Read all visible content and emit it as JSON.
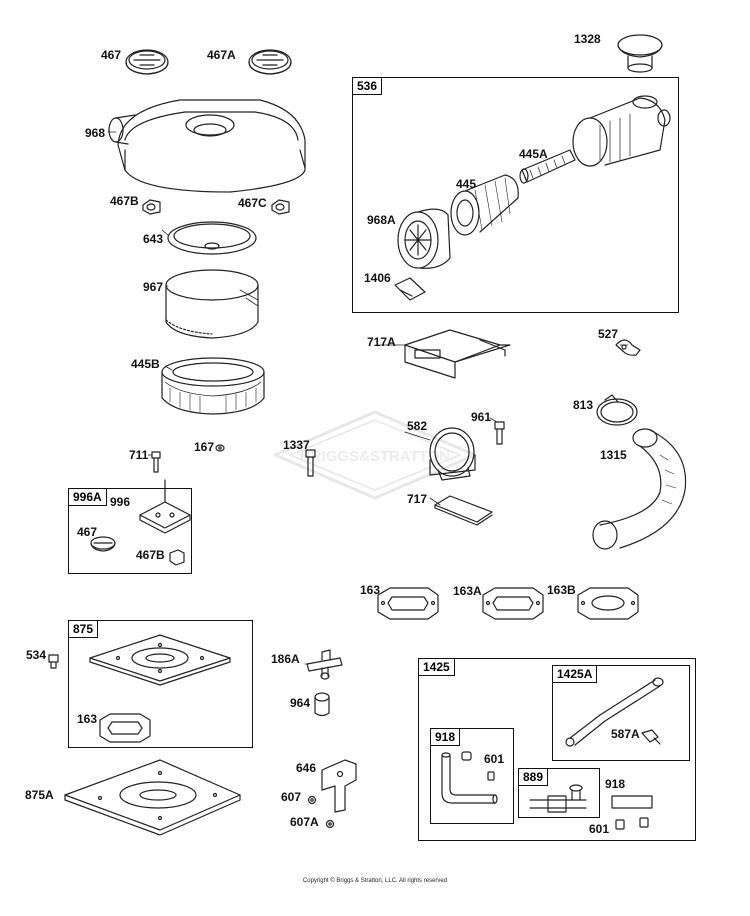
{
  "watermark": "BRIGGS&STRATTON",
  "copyright": "Copyright © Briggs & Stratton, LLC. All rights reserved",
  "callouts": {
    "p467": "467",
    "p467A": "467A",
    "p968": "968",
    "p467B": "467B",
    "p467C": "467C",
    "p643": "643",
    "p967": "967",
    "p445B": "445B",
    "p711": "711",
    "p167": "167",
    "p996": "996",
    "p467_kit": "467",
    "p467B_kit": "467B",
    "p534": "534",
    "p163_kit": "163",
    "p875A": "875A",
    "p1328": "1328",
    "p445A": "445A",
    "p445": "445",
    "p968A": "968A",
    "p1406": "1406",
    "p717A": "717A",
    "p527": "527",
    "p813": "813",
    "p1315": "1315",
    "p1337": "1337",
    "p582": "582",
    "p961": "961",
    "p717": "717",
    "p163": "163",
    "p163A": "163A",
    "p163B": "163B",
    "p186A": "186A",
    "p964": "964",
    "p646": "646",
    "p607": "607",
    "p607A": "607A",
    "p587A": "587A",
    "p601a": "601",
    "p918": "918",
    "p601b": "601"
  },
  "kits": {
    "k536": "536",
    "k996A": "996A",
    "k875": "875",
    "k1425": "1425",
    "k1425A": "1425A",
    "k918": "918",
    "k889": "889"
  }
}
